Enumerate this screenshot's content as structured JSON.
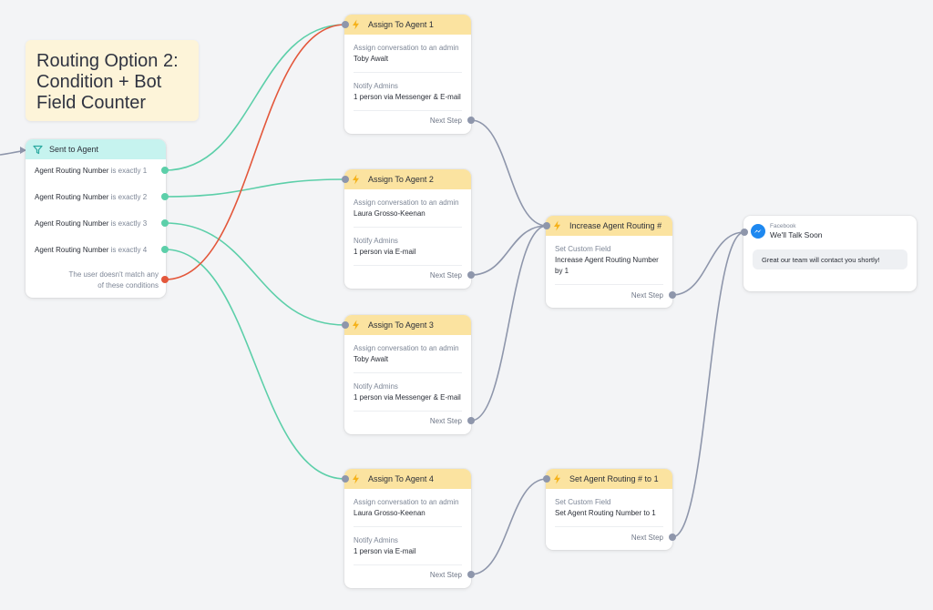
{
  "note": {
    "lines": [
      "Routing Option 2:",
      "Condition + Bot",
      "Field Counter"
    ]
  },
  "condition": {
    "title": "Sent to Agent",
    "rows": [
      {
        "field": "Agent Routing Number",
        "op": "is exactly",
        "value": "1"
      },
      {
        "field": "Agent Routing Number",
        "op": "is exactly",
        "value": "2"
      },
      {
        "field": "Agent Routing Number",
        "op": "is exactly",
        "value": "3"
      },
      {
        "field": "Agent Routing Number",
        "op": "is exactly",
        "value": "4"
      }
    ],
    "else_lines": [
      "The user doesn't match any",
      "of these conditions"
    ]
  },
  "assign": [
    {
      "title": "Assign To Agent 1",
      "s1_label": "Assign conversation to an admin",
      "s1_value": "Toby Awalt",
      "s2_label": "Notify Admins",
      "s2_value": "1 person via Messenger & E-mail",
      "next": "Next Step"
    },
    {
      "title": "Assign To Agent 2",
      "s1_label": "Assign conversation to an admin",
      "s1_value": "Laura Grosso-Keenan",
      "s2_label": "Notify Admins",
      "s2_value": "1 person via E-mail",
      "next": "Next Step"
    },
    {
      "title": "Assign To Agent 3",
      "s1_label": "Assign conversation to an admin",
      "s1_value": "Toby Awalt",
      "s2_label": "Notify Admins",
      "s2_value": "1 person via Messenger & E-mail",
      "next": "Next Step"
    },
    {
      "title": "Assign To Agent 4",
      "s1_label": "Assign conversation to an admin",
      "s1_value": "Laura Grosso-Keenan",
      "s2_label": "Notify Admins",
      "s2_value": "1 person via E-mail",
      "next": "Next Step"
    }
  ],
  "increase": {
    "title": "Increase Agent Routing #",
    "label": "Set Custom Field",
    "value_lines": [
      "Increase Agent Routing Number",
      "by 1"
    ],
    "next": "Next Step"
  },
  "set": {
    "title": "Set Agent Routing # to 1",
    "label": "Set Custom Field",
    "value": "Set Agent Routing Number to 1",
    "next": "Next Step"
  },
  "facebook": {
    "channel": "Facebook",
    "title": "We'll Talk Soon",
    "message": "Great our team will contact you shortly!"
  },
  "colors": {
    "green_wire": "#5ccfa9",
    "red_wire": "#e3573b",
    "gray_wire": "#8e96ab",
    "action_header": "#fbe3a0",
    "condition_header": "#c6f3ef"
  },
  "icons": [
    "lightning-icon",
    "filter-icon",
    "messenger-icon"
  ]
}
